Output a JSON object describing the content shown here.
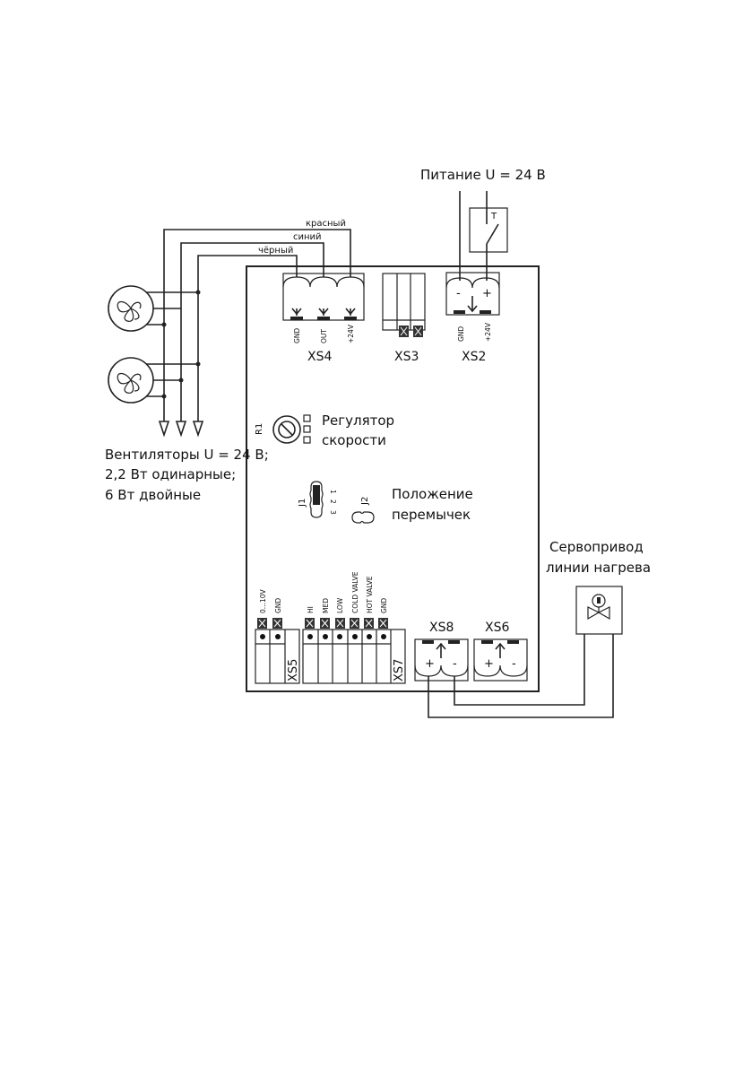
{
  "diagram": {
    "type": "wiring-diagram",
    "power": {
      "label": "Питание U = 24 В",
      "switch_label": "Т",
      "connector": "XS2",
      "pins": [
        "GND",
        "+24V"
      ],
      "pin_signs": [
        "-",
        "+"
      ]
    },
    "fan_wires": {
      "colors": [
        "красный",
        "синий",
        "чёрный"
      ]
    },
    "fans": {
      "count": 2,
      "caption_lines": [
        "Вентиляторы U = 24 В;",
        "2,2 Вт одинарные;",
        "6 Вт двойные"
      ]
    },
    "xs4": {
      "name": "XS4",
      "pins": [
        "GND",
        "OUT",
        "+24V"
      ]
    },
    "xs3": {
      "name": "XS3"
    },
    "r1": {
      "name": "R1",
      "caption_lines": [
        "Регулятор",
        "скорости"
      ]
    },
    "jumpers": {
      "j1": "J1",
      "j2": "J2",
      "j1_pins": [
        "1",
        "2",
        "3"
      ],
      "caption_lines": [
        "Положение",
        "перемычек"
      ]
    },
    "xs5": {
      "name": "XS5",
      "pins": [
        "0...10V",
        "GND"
      ]
    },
    "xs7": {
      "name": "XS7",
      "pins": [
        "HI",
        "MED",
        "LOW",
        "COLD VALVE",
        "HOT VALVE",
        "GND"
      ]
    },
    "xs8": {
      "name": "XS8",
      "pin_signs": [
        "+",
        "-"
      ]
    },
    "xs6": {
      "name": "XS6",
      "pin_signs": [
        "+",
        "-"
      ]
    },
    "servo": {
      "caption_lines": [
        "Сервопривод",
        "линии нагрева"
      ]
    }
  }
}
